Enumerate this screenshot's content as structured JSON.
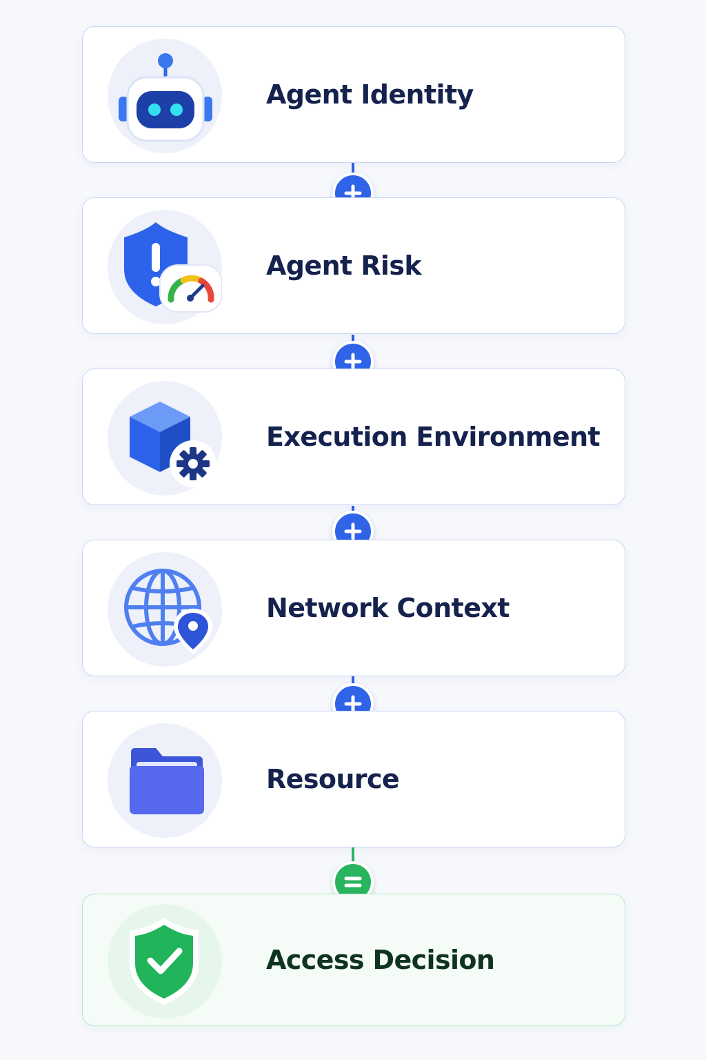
{
  "steps": [
    {
      "label": "Agent Identity",
      "icon": "robot-icon"
    },
    {
      "label": "Agent Risk",
      "icon": "shield-alert-gauge-icon"
    },
    {
      "label": "Execution Environment",
      "icon": "cube-gear-icon"
    },
    {
      "label": "Network Context",
      "icon": "globe-location-icon"
    },
    {
      "label": "Resource",
      "icon": "folder-icon"
    }
  ],
  "operators": [
    "+",
    "+",
    "+",
    "+",
    "="
  ],
  "result": {
    "label": "Access Decision",
    "icon": "shield-check-icon"
  },
  "colors": {
    "accent_blue": "#2f63e8",
    "accent_green": "#29b45e",
    "card_border": "#c9d6f5",
    "result_border": "#b6e6c8",
    "text_dark": "#15224e"
  }
}
